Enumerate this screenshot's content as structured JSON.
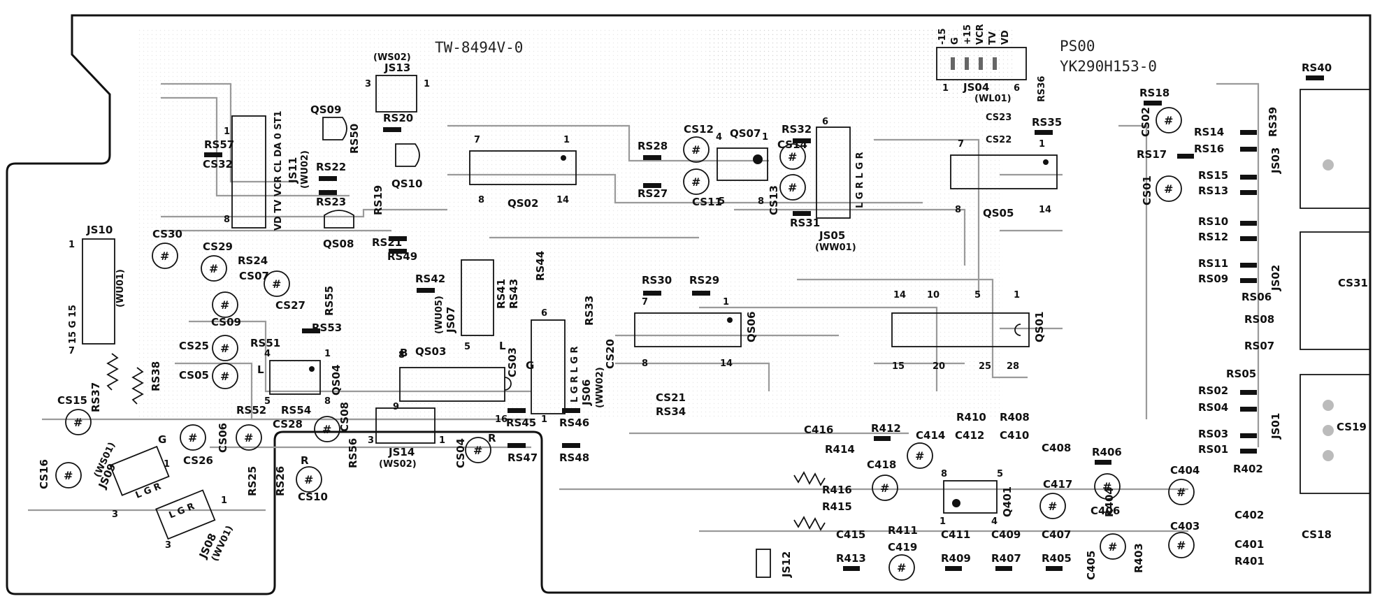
{
  "board": {
    "part_number": "TW-8494V-0",
    "ps_code": "PS00",
    "yk_code": "YK290H153-0"
  },
  "colors": {
    "ink": "#111111",
    "trace": "#9a9a9a",
    "background": "#ffffff"
  },
  "connector_js04": {
    "pins_top": [
      "-15",
      "G",
      "+15",
      "VCR",
      "TV",
      "VD"
    ],
    "pin1": "1",
    "pin6": "6",
    "name": "JS04",
    "sub": "(WL01)"
  },
  "connector_js11": {
    "pins": "VD TV VCR CL DA 0 ST1",
    "name": "JS11",
    "sub": "(WU02)",
    "pin1": "1",
    "pin8": "8"
  },
  "connector_js10": {
    "name": "JS10",
    "pins": "15 G 15",
    "sub": "(WU01)",
    "pin1": "1",
    "pin7": "7"
  },
  "connector_js05": {
    "name": "JS05",
    "sub": "(WW01)",
    "pins": "L G R L G R",
    "pin6": "6"
  },
  "connector_js06": {
    "name": "JS06",
    "sub": "(WW02)",
    "pins": "L G R L G R",
    "pin6": "6",
    "pin1": "1"
  },
  "connector_js07": {
    "name": "JS07",
    "sub": "(WU05)",
    "pin5": "5"
  },
  "connector_js13": {
    "name": "JS13",
    "sub": "(WS02)",
    "pin3": "3",
    "pin1": "1"
  },
  "connector_js14": {
    "name": "JS14",
    "sub": "(WS02)",
    "pin3": "3",
    "pin1": "1",
    "pin9": "9"
  },
  "connector_js09": {
    "name": "JS09",
    "sub": "(WS01)",
    "pins": "L G R",
    "pin3": "3",
    "pin1": "1"
  },
  "connector_js08": {
    "name": "JS08",
    "sub": "(WV01)",
    "pins": "L G R",
    "pin3": "3",
    "pin1": "1"
  },
  "connectors_right": [
    "JS03",
    "JS02",
    "JS01"
  ],
  "connector_js12": "JS12",
  "ics": [
    {
      "name": "QS02",
      "pin7": "7",
      "pin1": "1",
      "pin8": "8",
      "pin14": "14"
    },
    {
      "name": "QS05",
      "pin7": "7",
      "pin1": "1",
      "pin8": "8",
      "pin14": "14"
    },
    {
      "name": "QS06",
      "pin7": "7",
      "pin1": "1",
      "pin8": "8",
      "pin14": "14"
    },
    {
      "name": "QS01",
      "pins_top": [
        "14",
        "10",
        "5",
        "1"
      ],
      "pins_bottom": [
        "15",
        "20",
        "25",
        "28"
      ]
    },
    {
      "name": "QS03",
      "pin8": "8",
      "pin9": "9",
      "pin16": "16"
    },
    {
      "name": "QS04",
      "pin4": "4",
      "pin1": "1",
      "pin5": "5",
      "pin8": "8"
    },
    {
      "name": "QS07",
      "pin4": "4",
      "pin1": "1",
      "pin5": "5",
      "pin8": "8"
    },
    {
      "name": "Q401",
      "pin8": "8",
      "pin5": "5",
      "pin1": "1",
      "pin4": "4"
    }
  ],
  "transistors": [
    "QS09",
    "QS10",
    "QS08"
  ],
  "resistors_left": [
    "RS57",
    "RS22",
    "RS23",
    "RS19",
    "RS20",
    "RS50",
    "RS21",
    "RS49",
    "RS24",
    "RS55",
    "RS53",
    "RS51",
    "RS52",
    "RS54",
    "RS25",
    "RS26",
    "RS56",
    "RS37",
    "RS38",
    "RS42",
    "RS41",
    "RS43",
    "RS44",
    "RS45",
    "RS46",
    "RS47",
    "RS48",
    "RS33",
    "RS34",
    "RS30",
    "RS29",
    "RS28",
    "RS27",
    "RS32",
    "RS31",
    "RS36",
    "RS35",
    "RS18"
  ],
  "resistors_right": [
    "RS14",
    "RS16",
    "RS17",
    "RS15",
    "RS13",
    "RS10",
    "RS12",
    "RS11",
    "RS09",
    "RS06",
    "RS08",
    "RS07",
    "RS05",
    "RS02",
    "RS04",
    "RS03",
    "RS01",
    "RS39",
    "RS40"
  ],
  "resistors_bottom": [
    "R410",
    "R408",
    "R412",
    "R414",
    "R406",
    "R402",
    "R404",
    "R416",
    "R415",
    "R411",
    "R413",
    "R409",
    "R407",
    "R405",
    "R403",
    "R401"
  ],
  "capacitors": [
    "CS30",
    "CS29",
    "CS07",
    "CS27",
    "CS09",
    "CS25",
    "CS05",
    "CS15",
    "CS16",
    "CS26",
    "CS06",
    "CS28",
    "CS08",
    "CS10",
    "CS32",
    "CS03",
    "CS04",
    "CS20",
    "CS21",
    "CS12",
    "CS11",
    "CS13",
    "CS14",
    "CS23",
    "CS22",
    "CS02",
    "CS01",
    "CS31",
    "CS19",
    "CS18",
    "C416",
    "C414",
    "C412",
    "C410",
    "C418",
    "C408",
    "C404",
    "C417",
    "C406",
    "C402",
    "C403",
    "C401",
    "C415",
    "C419",
    "C411",
    "C409",
    "C407",
    "C405"
  ],
  "markers": {
    "L": "L",
    "R": "R",
    "G": "G",
    "B": "B",
    "plus": "+"
  }
}
